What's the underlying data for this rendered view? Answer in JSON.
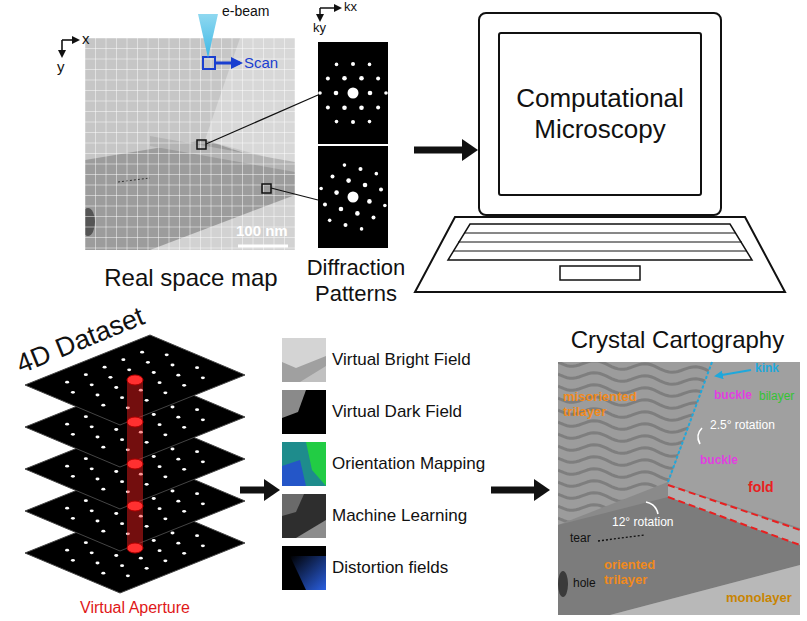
{
  "diagram": {
    "nodes": [
      {
        "text": [
          "Real space map"
        ]
      },
      {
        "text": [
          "Diffraction Patterns"
        ]
      },
      {
        "text": [
          "Computational Microscopy"
        ]
      },
      {
        "text": [
          "4D Dataset",
          "Virtual Aperture"
        ]
      },
      {},
      {
        "text": [
          "Virtual Bright Field"
        ],
        "in": 4
      },
      {
        "text": [
          "Virtual Dark Field"
        ],
        "in": 4
      },
      {
        "text": [
          "Orientation Mapping"
        ],
        "in": 4
      },
      {
        "text": [
          "Machine Learning"
        ],
        "in": 4
      },
      {
        "text": [
          "Distortion fields"
        ],
        "in": 4
      },
      {
        "text": [
          "Crystal Cartography"
        ]
      }
    ],
    "edges": [
      {
        "from": 1,
        "to": 2,
        "arrow": "to"
      },
      {
        "from": 3,
        "to": 4,
        "arrow": "to"
      },
      {
        "from": 4,
        "to": 10,
        "arrow": "to"
      }
    ],
    "labels": [
      "x",
      "y",
      "e-beam",
      "Scan",
      "100 nm",
      "kx",
      "ky",
      "kink",
      "misoriented trilayer",
      "buckle",
      "bilayer",
      "2.5° rotation",
      "buckle",
      "fold",
      "12° rotation",
      "tear",
      "hole",
      "oriented trilayer",
      "monolayer"
    ]
  }
}
